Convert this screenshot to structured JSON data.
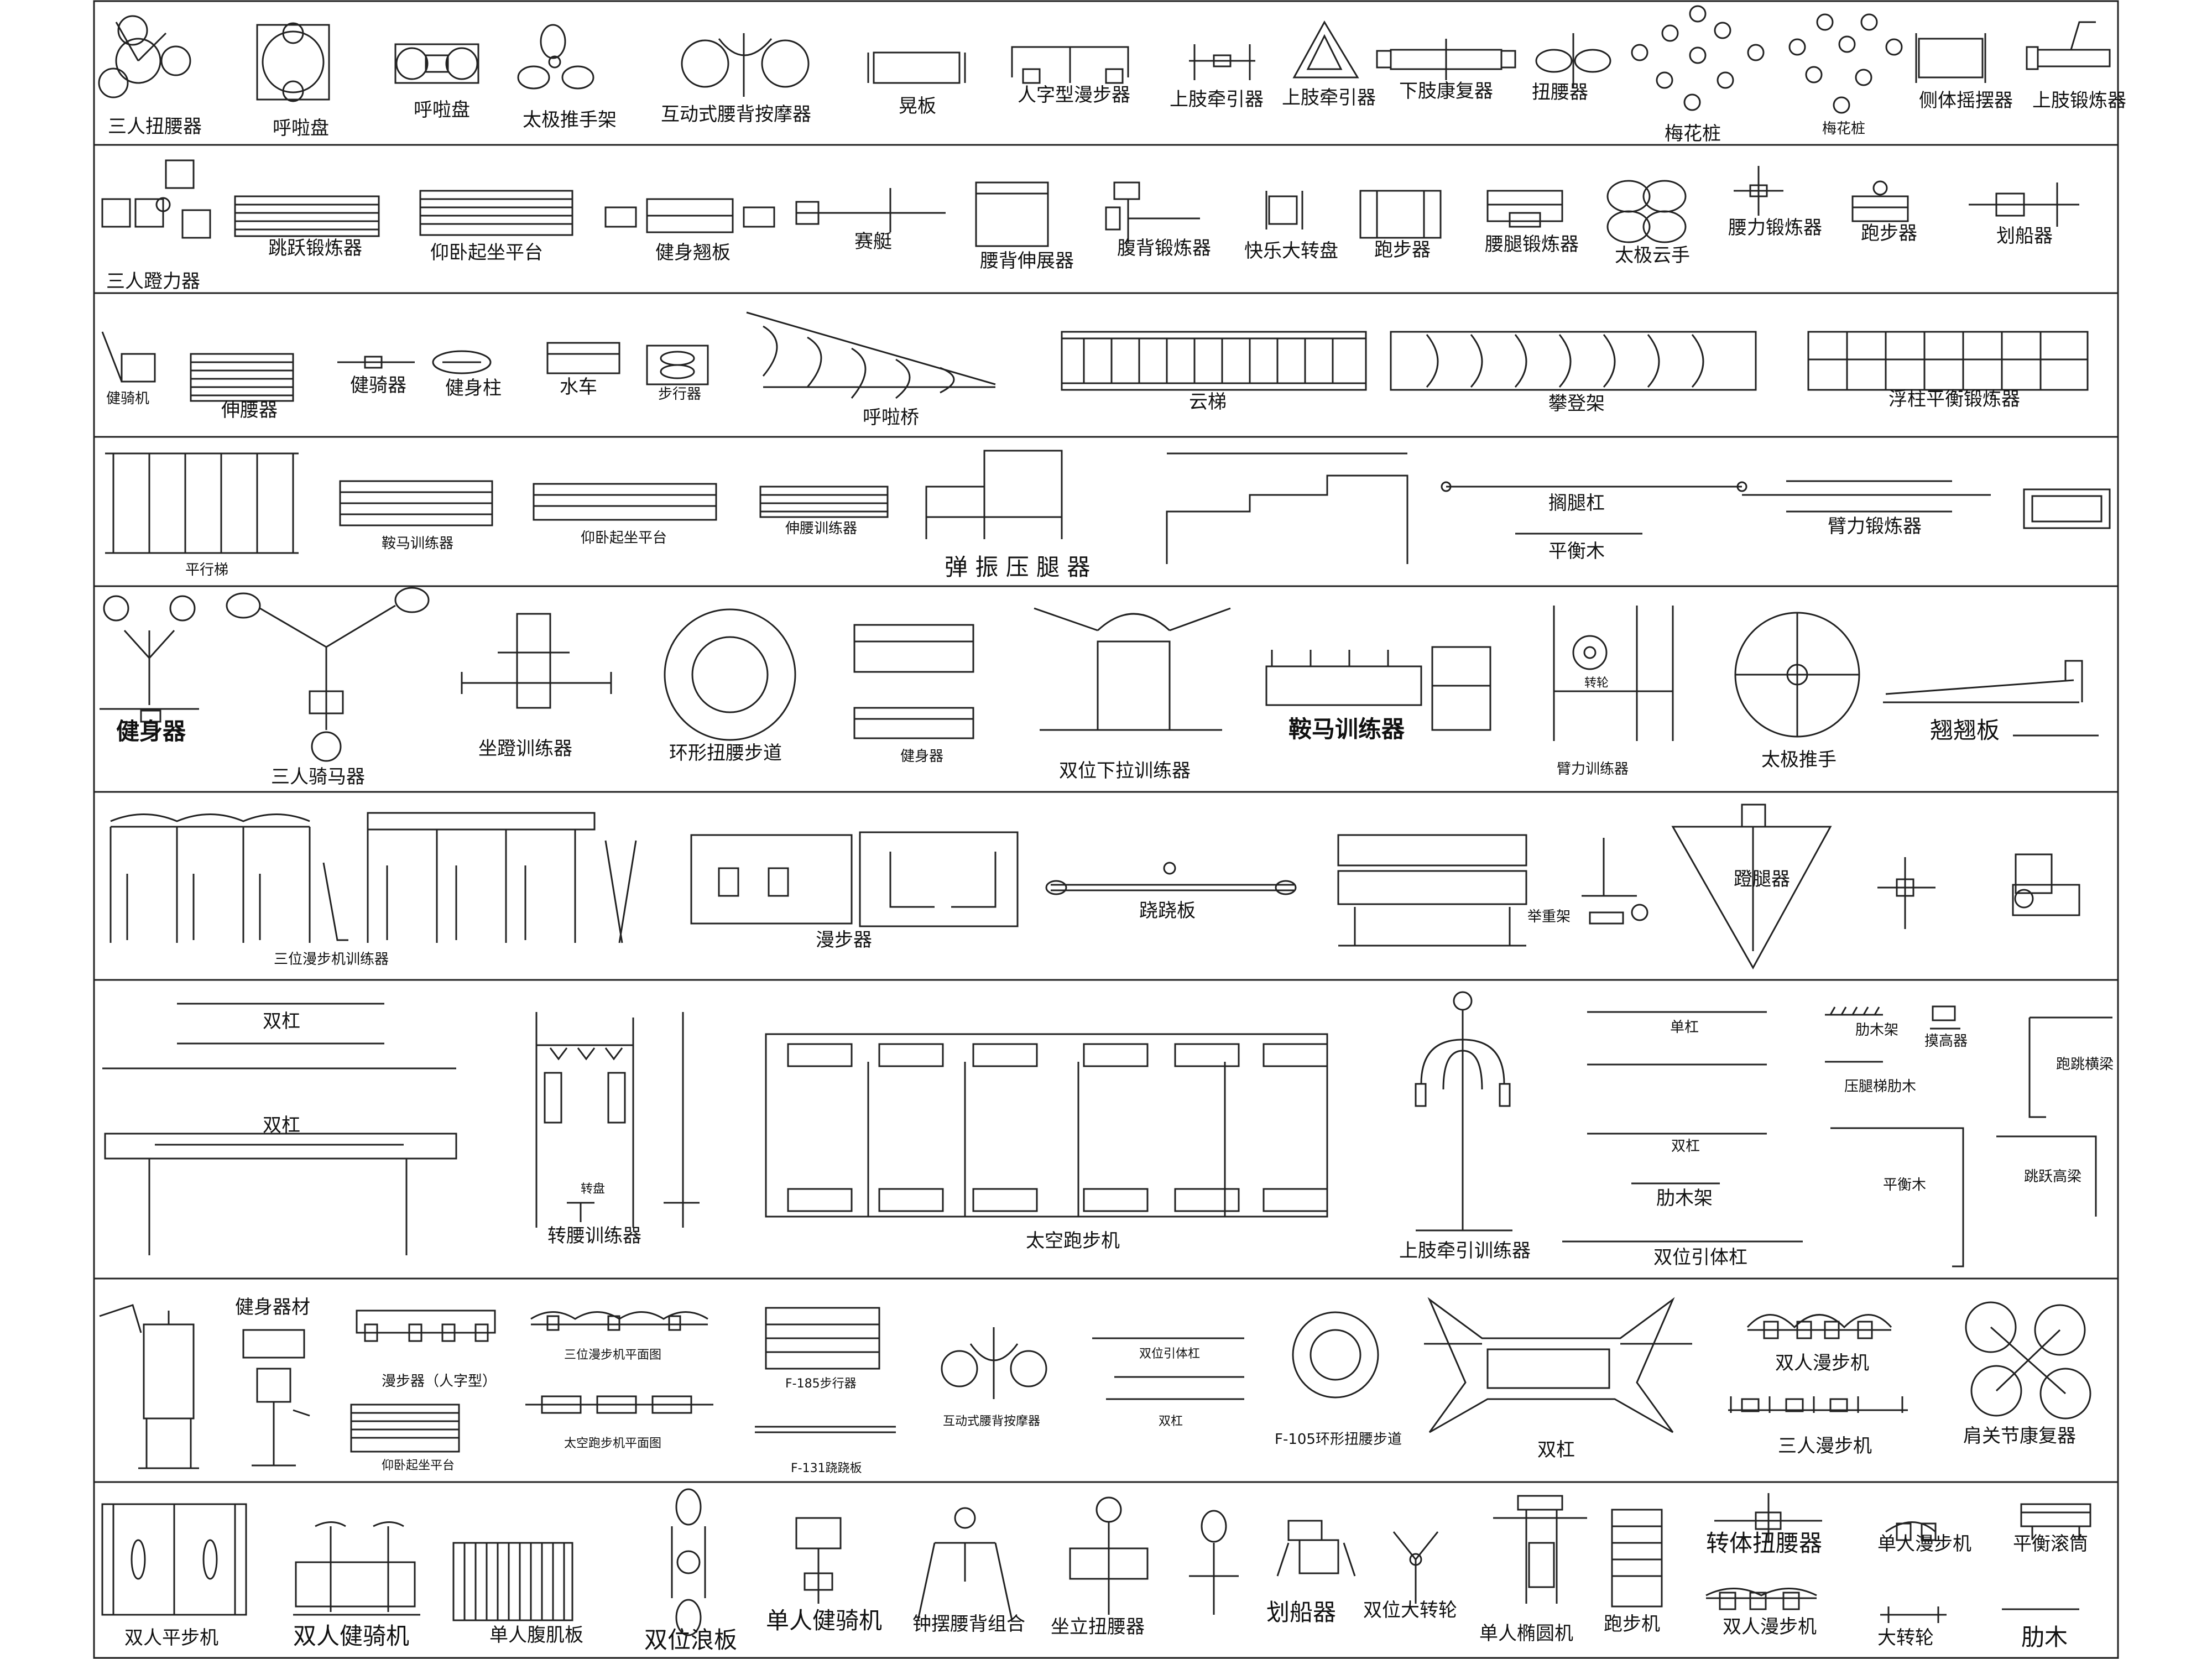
{
  "labels": {
    "r1": [
      "三人扭腰器",
      "呼啦盘",
      "呼啦盘",
      "太极推手架",
      "互动式腰背按摩器",
      "晃板",
      "人字型漫步器",
      "上肢牵引器",
      "上肢牵引器",
      "下肢康复器",
      "扭腰器",
      "梅花桩",
      "梅花桩",
      "侧体摇摆器",
      "上肢锻炼器"
    ],
    "r2": [
      "三人蹬力器",
      "跳跃锻炼器",
      "仰卧起坐平台",
      "健身翘板",
      "赛艇",
      "腰背伸展器",
      "腹背锻炼器",
      "快乐大转盘",
      "跑步器",
      "腰腿锻炼器",
      "太极云手",
      "腰力锻炼器",
      "跑步器",
      "划船器"
    ],
    "r3": [
      "健骑机",
      "伸腰器",
      "健骑器",
      "健身柱",
      "水车",
      "步行器",
      "呼啦桥",
      "云梯",
      "攀登架",
      "浮柱平衡锻炼器"
    ],
    "r4": [
      "平行梯",
      "鞍马训练器",
      "仰卧起坐平台",
      "伸腰训练器",
      "弹 振 压 腿 器",
      "搁腿杠",
      "平衡木",
      "臂力锻炼器"
    ],
    "r5": [
      "健身器",
      "三人骑马器",
      "坐蹬训练器",
      "环形扭腰步道",
      "健身器",
      "双位下拉训练器",
      "鞍马训练器",
      "转轮",
      "臂力训练器",
      "太极推手",
      "翘翘板"
    ],
    "r6": [
      "三位漫步机训练器",
      "漫步器",
      "跷跷板",
      "举重架",
      "蹬腿器"
    ],
    "r7": [
      "双杠",
      "双杠",
      "转盘",
      "转腰训练器",
      "太空跑步机",
      "上肢牵引训练器",
      "单杠",
      "肋木架",
      "压腿梯肋木",
      "摸高器",
      "跑跳横梁",
      "双杠",
      "肋木架",
      "双位引体杠",
      "平衡木",
      "跳跃高梁"
    ],
    "r8": [
      "健身器材",
      "漫步器（人字型）",
      "仰卧起坐平台",
      "三位漫步机平面图",
      "太空跑步机平面图",
      "F-185步行器",
      "F-131跷跷板",
      "互动式腰背按摩器",
      "双位引体杠",
      "双杠",
      "F-105环形扭腰步道",
      "双杠",
      "双人漫步机",
      "三人漫步机",
      "肩关节康复器"
    ],
    "r9": [
      "双人平步机",
      "双人健骑机",
      "单人腹肌板",
      "双位浪板",
      "单人健骑机",
      "钟摆腰背组合",
      "坐立扭腰器",
      "划船器",
      "双位大转轮",
      "单人椭圆机",
      "跑步机",
      "转体扭腰器",
      "单人漫步机",
      "平衡滚筒",
      "双人漫步机",
      "大转轮",
      "肋木"
    ]
  }
}
